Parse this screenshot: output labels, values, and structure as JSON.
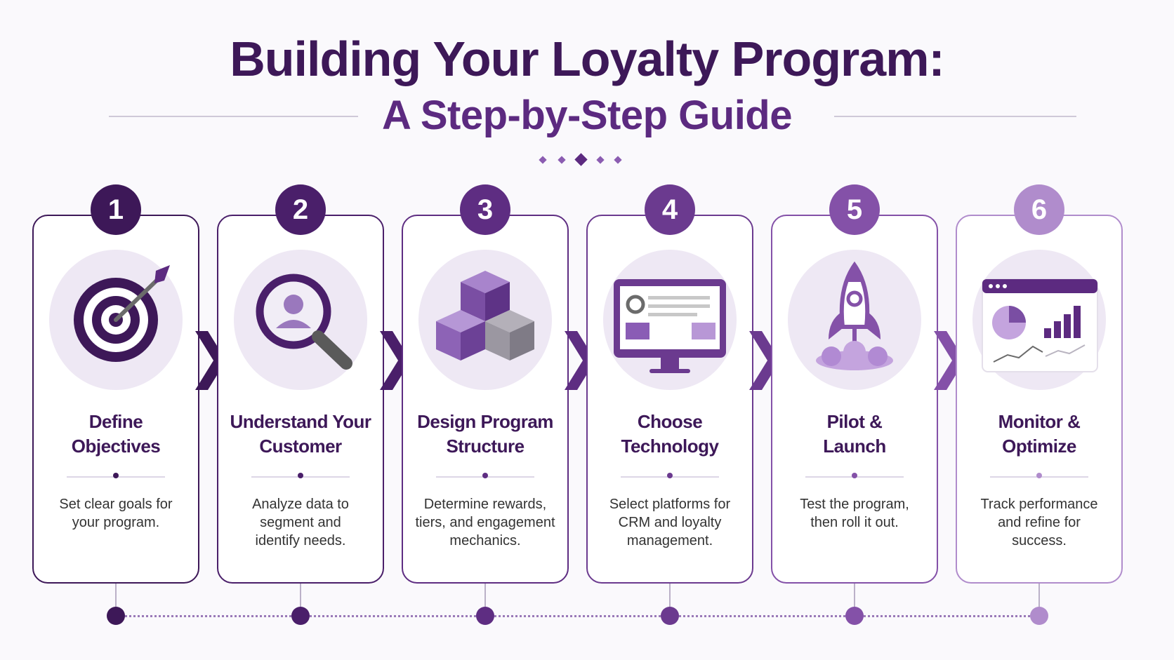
{
  "header": {
    "title": "Building Your Loyalty Program:",
    "subtitle": "A Step-by-Step Guide"
  },
  "colors": {
    "dark": "#3d1858",
    "accent": "#5c2a80",
    "step_colors": [
      "#3d1858",
      "#4a1f6a",
      "#5e2d82",
      "#6b3a8f",
      "#8451a8",
      "#b08ccc"
    ]
  },
  "steps": [
    {
      "number": "1",
      "title_line1": "Define",
      "title_line2": "Objectives",
      "desc_lines": [
        "Set clear goals for",
        "your program."
      ],
      "icon": "target-icon"
    },
    {
      "number": "2",
      "title_line1": "Understand Your",
      "title_line2": "Customer",
      "desc_lines": [
        "Analyze data to",
        "segment and",
        "identify needs."
      ],
      "icon": "magnifier-user-icon"
    },
    {
      "number": "3",
      "title_line1": "Design Program",
      "title_line2": "Structure",
      "desc_lines": [
        "Determine rewards,",
        "tiers, and engagement",
        "mechanics."
      ],
      "icon": "cubes-icon"
    },
    {
      "number": "4",
      "title_line1": "Choose",
      "title_line2": "Technology",
      "desc_lines": [
        "Select platforms for",
        "CRM and loyalty",
        "management."
      ],
      "icon": "monitor-icon"
    },
    {
      "number": "5",
      "title_line1": "Pilot &",
      "title_line2": "Launch",
      "desc_lines": [
        "Test the program,",
        "then roll it out."
      ],
      "icon": "rocket-icon"
    },
    {
      "number": "6",
      "title_line1": "Monitor &",
      "title_line2": "Optimize",
      "desc_lines": [
        "Track performance",
        "and refine for",
        "success."
      ],
      "icon": "analytics-dashboard-icon"
    }
  ]
}
